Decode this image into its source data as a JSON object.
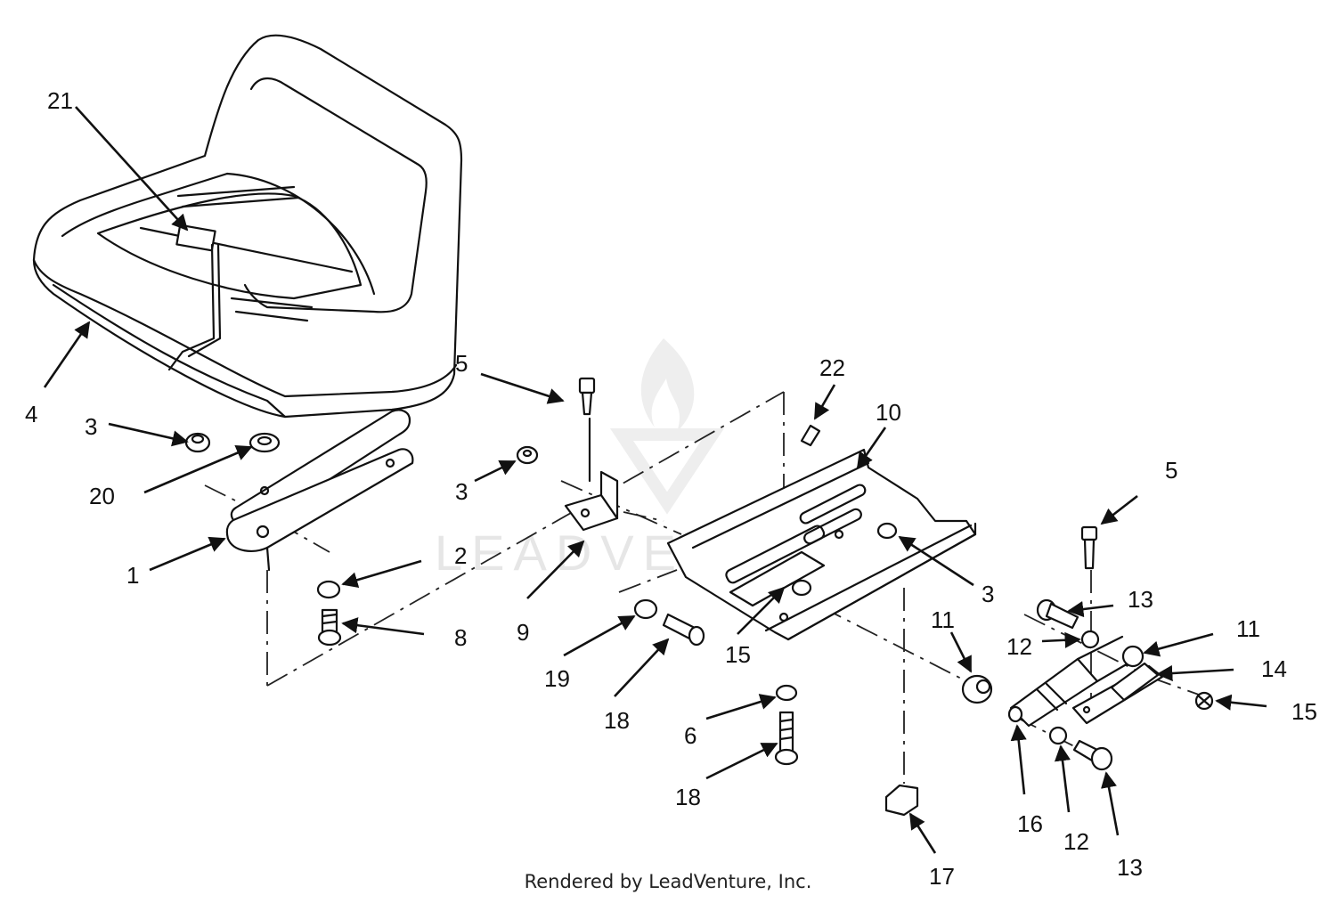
{
  "footer": {
    "credit": "Rendered by LeadVenture, Inc."
  },
  "watermark": {
    "text": "LEADVENTURE"
  },
  "callouts": [
    {
      "id": "c21",
      "label": "21"
    },
    {
      "id": "c4",
      "label": "4"
    },
    {
      "id": "c3a",
      "label": "3"
    },
    {
      "id": "c20",
      "label": "20"
    },
    {
      "id": "c1",
      "label": "1"
    },
    {
      "id": "c2",
      "label": "2"
    },
    {
      "id": "c8",
      "label": "8"
    },
    {
      "id": "c5a",
      "label": "5"
    },
    {
      "id": "c3b",
      "label": "3"
    },
    {
      "id": "c9",
      "label": "9"
    },
    {
      "id": "c22",
      "label": "22"
    },
    {
      "id": "c10",
      "label": "10"
    },
    {
      "id": "c3c",
      "label": "3"
    },
    {
      "id": "c15a",
      "label": "15"
    },
    {
      "id": "c19",
      "label": "19"
    },
    {
      "id": "c18a",
      "label": "18"
    },
    {
      "id": "c6",
      "label": "6"
    },
    {
      "id": "c18b",
      "label": "18"
    },
    {
      "id": "c5b",
      "label": "5"
    },
    {
      "id": "c13a",
      "label": "13"
    },
    {
      "id": "c11a",
      "label": "11"
    },
    {
      "id": "c12a",
      "label": "12"
    },
    {
      "id": "c11b",
      "label": "11"
    },
    {
      "id": "c14",
      "label": "14"
    },
    {
      "id": "c15b",
      "label": "15"
    },
    {
      "id": "c16",
      "label": "16"
    },
    {
      "id": "c12b",
      "label": "12"
    },
    {
      "id": "c13b",
      "label": "13"
    },
    {
      "id": "c17",
      "label": "17"
    }
  ]
}
